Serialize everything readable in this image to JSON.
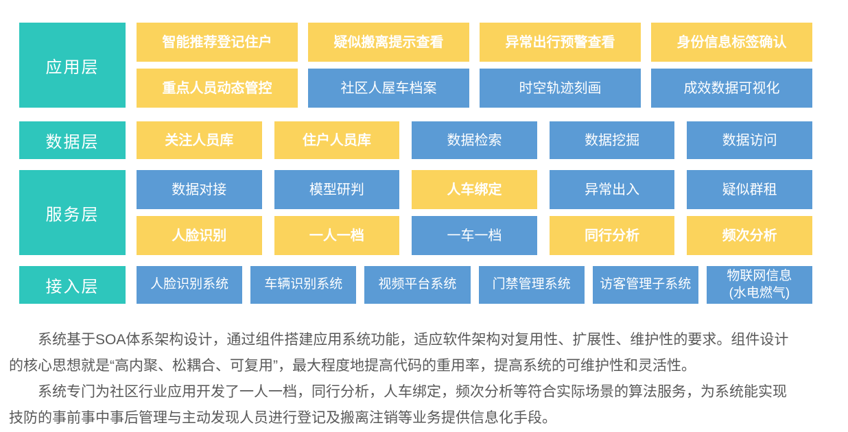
{
  "colors": {
    "layer_label_bg": "#2EC6BC",
    "highlight_box_bg": "#FBD35C",
    "normal_box_bg": "#5B9BD5",
    "box_text": "#FFFFFF",
    "paragraph_text": "#595959"
  },
  "diagram": {
    "layers": [
      {
        "label": "应用层",
        "rows": [
          [
            {
              "text": "智能推荐登记住户",
              "style": "yellow"
            },
            {
              "text": "疑似搬离提示查看",
              "style": "yellow"
            },
            {
              "text": "异常出行预警查看",
              "style": "yellow"
            },
            {
              "text": "身份信息标签确认",
              "style": "yellow"
            }
          ],
          [
            {
              "text": "重点人员动态管控",
              "style": "yellow"
            },
            {
              "text": "社区人屋车档案",
              "style": "blue"
            },
            {
              "text": "时空轨迹刻画",
              "style": "blue"
            },
            {
              "text": "成效数据可视化",
              "style": "blue"
            }
          ]
        ]
      },
      {
        "label": "数据层",
        "rows": [
          [
            {
              "text": "关注人员库",
              "style": "yellow"
            },
            {
              "text": "住户人员库",
              "style": "yellow"
            },
            {
              "text": "数据检索",
              "style": "blue"
            },
            {
              "text": "数据挖掘",
              "style": "blue"
            },
            {
              "text": "数据访问",
              "style": "blue"
            }
          ]
        ]
      },
      {
        "label": "服务层",
        "rows": [
          [
            {
              "text": "数据对接",
              "style": "blue"
            },
            {
              "text": "模型研判",
              "style": "blue"
            },
            {
              "text": "人车绑定",
              "style": "yellow"
            },
            {
              "text": "异常出入",
              "style": "blue"
            },
            {
              "text": "疑似群租",
              "style": "blue"
            }
          ],
          [
            {
              "text": "人脸识别",
              "style": "yellow"
            },
            {
              "text": "一人一档",
              "style": "yellow"
            },
            {
              "text": "一车一档",
              "style": "blue"
            },
            {
              "text": "同行分析",
              "style": "yellow"
            },
            {
              "text": "频次分析",
              "style": "yellow"
            }
          ]
        ]
      },
      {
        "label": "接入层",
        "rows": [
          [
            {
              "text": "人脸识别系统",
              "style": "blue"
            },
            {
              "text": "车辆识别系统",
              "style": "blue"
            },
            {
              "text": "视频平台系统",
              "style": "blue"
            },
            {
              "text": "门禁管理系统",
              "style": "blue"
            },
            {
              "text": "访客管理子系统",
              "style": "blue"
            },
            {
              "text": "物联网信息\n(水电燃气)",
              "style": "blue"
            }
          ]
        ]
      }
    ]
  },
  "paragraphs": [
    "系统基于SOA体系架构设计，通过组件搭建应用系统功能，适应软件架构对复用性、扩展性、维护性的要求。组件设计的核心思想就是“高内聚、松耦合、可复用”，最大程度地提高代码的重用率，提高系统的可维护性和灵活性。",
    "系统专门为社区行业应用开发了一人一档，同行分析，人车绑定，频次分析等符合实际场景的算法服务，为系统能实现技防的事前事中事后管理与主动发现人员进行登记及搬离注销等业务提供信息化手段。"
  ]
}
